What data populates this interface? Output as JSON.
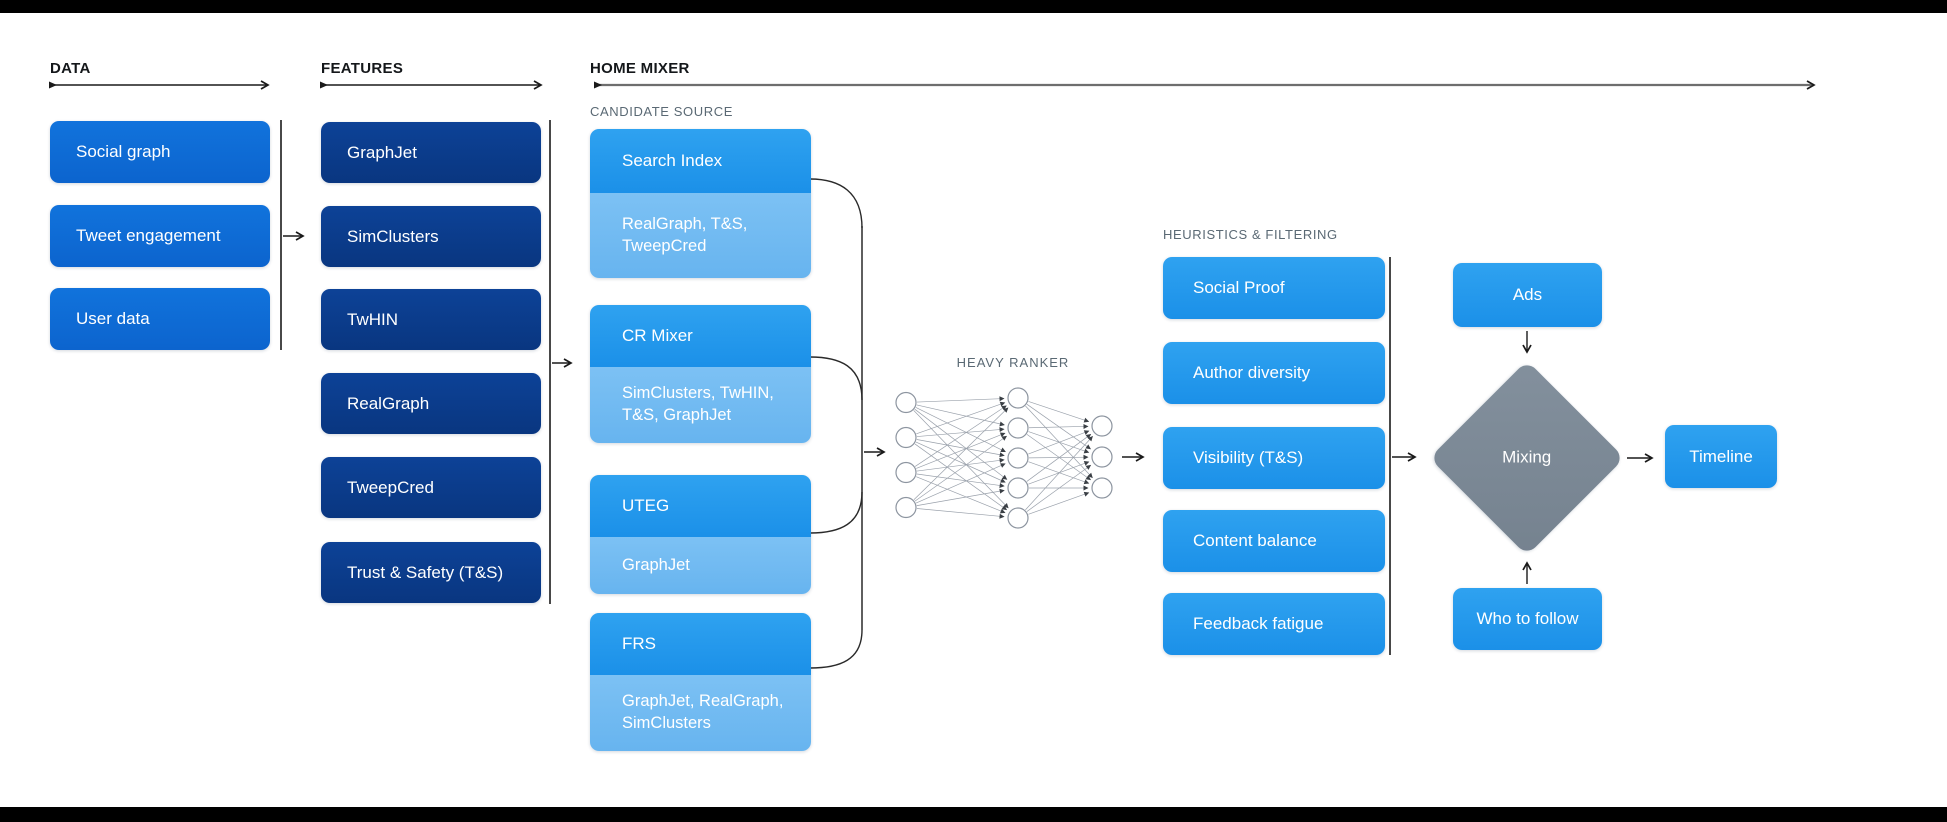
{
  "headers": {
    "data": "DATA",
    "features": "FEATURES",
    "home_mixer": "HOME MIXER"
  },
  "labels": {
    "candidate_source": "CANDIDATE SOURCE",
    "heavy_ranker": "HEAVY RANKER",
    "heuristics": "HEURISTICS & FILTERING"
  },
  "data_column": {
    "items": [
      "Social graph",
      "Tweet engagement",
      "User data"
    ]
  },
  "features_column": {
    "items": [
      "GraphJet",
      "SimClusters",
      "TwHIN",
      "RealGraph",
      "TweepCred",
      "Trust & Safety (T&S)"
    ]
  },
  "candidate_sources": [
    {
      "title": "Search Index",
      "sources": "RealGraph, T&S, TweepCred"
    },
    {
      "title": "CR Mixer",
      "sources": "SimClusters, TwHIN, T&S, GraphJet"
    },
    {
      "title": "UTEG",
      "sources": "GraphJet"
    },
    {
      "title": "FRS",
      "sources": "GraphJet, RealGraph, SimClusters"
    }
  ],
  "heavy_ranker": {
    "layers": [
      4,
      5,
      3
    ]
  },
  "heuristics": {
    "items": [
      "Social Proof",
      "Author diversity",
      "Visibility (T&S)",
      "Content balance",
      "Feedback fatigue"
    ]
  },
  "mixing_stage": {
    "ads": "Ads",
    "mixing": "Mixing",
    "who_to_follow": "Who to follow",
    "timeline": "Timeline"
  },
  "colors": {
    "data_blue": "#0E6CD5",
    "features_navy": "#0A3D90",
    "bright_blue": "#2196EC",
    "light_blue": "#70BAF1",
    "diamond_gray": "#7C8A98",
    "label_gray": "#5A6974",
    "header_black": "#14171A",
    "line_black": "#1A1A1A",
    "line_gray": "#6E6E6E"
  }
}
